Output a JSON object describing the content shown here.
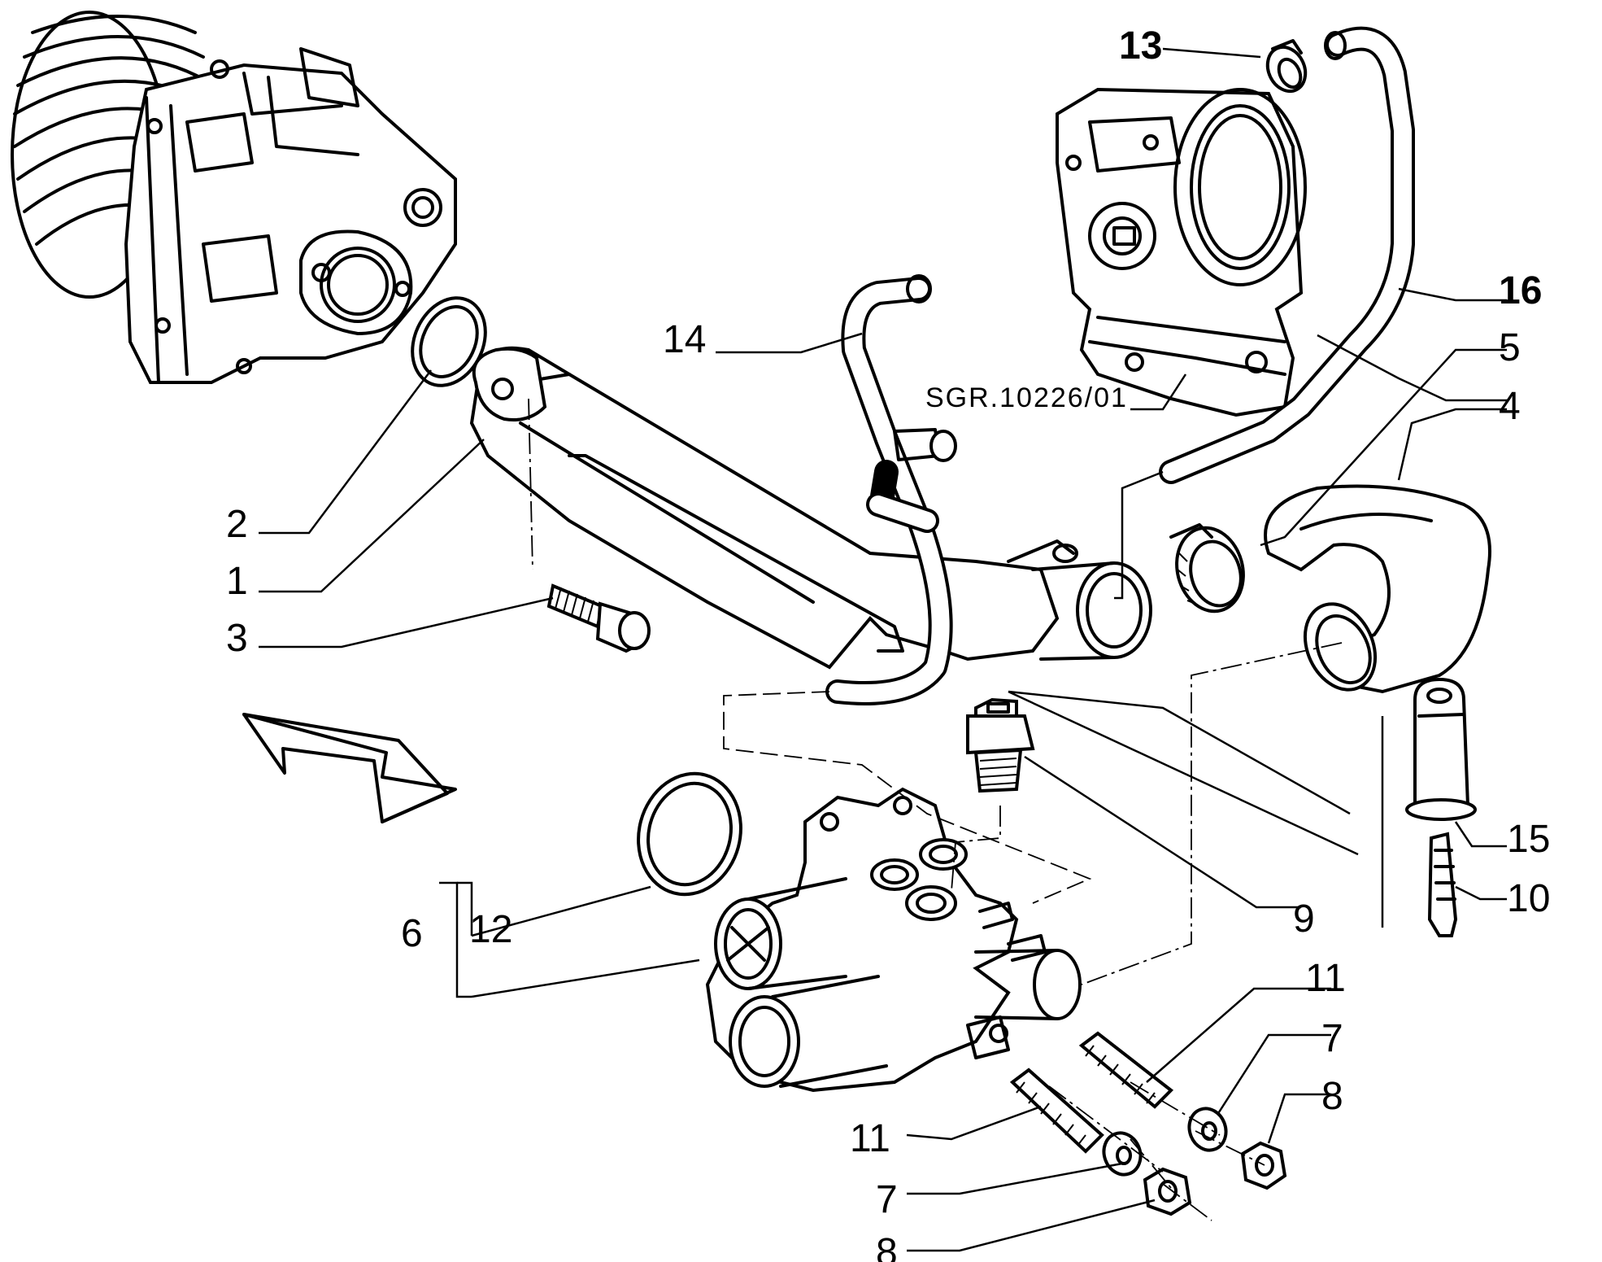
{
  "diagram": {
    "reference_code": "SGR.10226/01",
    "callouts": [
      {
        "id": "c1",
        "label": "1"
      },
      {
        "id": "c2",
        "label": "2"
      },
      {
        "id": "c3",
        "label": "3"
      },
      {
        "id": "c4",
        "label": "4"
      },
      {
        "id": "c5",
        "label": "5"
      },
      {
        "id": "c6",
        "label": "6"
      },
      {
        "id": "c7a",
        "label": "7"
      },
      {
        "id": "c7b",
        "label": "7"
      },
      {
        "id": "c8a",
        "label": "8"
      },
      {
        "id": "c8b",
        "label": "8"
      },
      {
        "id": "c9",
        "label": "9"
      },
      {
        "id": "c10",
        "label": "10"
      },
      {
        "id": "c11a",
        "label": "11"
      },
      {
        "id": "c11b",
        "label": "11"
      },
      {
        "id": "c12",
        "label": "12"
      },
      {
        "id": "c13",
        "label": "13"
      },
      {
        "id": "c14",
        "label": "14"
      },
      {
        "id": "c15",
        "label": "15"
      },
      {
        "id": "c16",
        "label": "16"
      }
    ]
  }
}
